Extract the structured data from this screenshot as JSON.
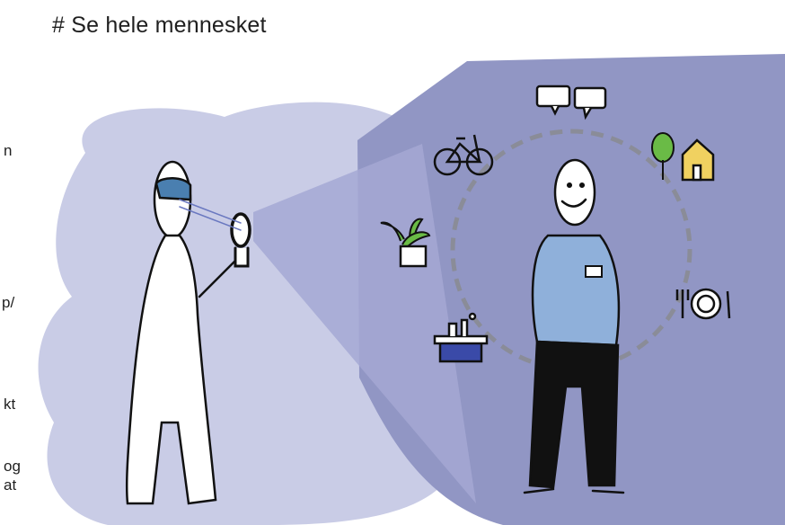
{
  "title": "# Se hele mennesket",
  "left_text_fragments": [
    "n",
    "p/",
    "kt",
    "og",
    "at"
  ],
  "colors": {
    "cloud": "#c9cce6",
    "beam": "#9ea3d0",
    "panel": "#9196c4",
    "ring": "#8a8c98",
    "shirt": "#8fb0da",
    "pants": "#111111",
    "house": "#f0d160",
    "tree": "#6abb46",
    "plant": "#6abb46",
    "box": "#3a4aa8"
  },
  "icons": [
    "speech-bubbles-icon",
    "bicycle-icon",
    "tree-icon",
    "house-icon",
    "potted-plant-icon",
    "plate-cutlery-icon",
    "kitchen-counter-icon"
  ]
}
